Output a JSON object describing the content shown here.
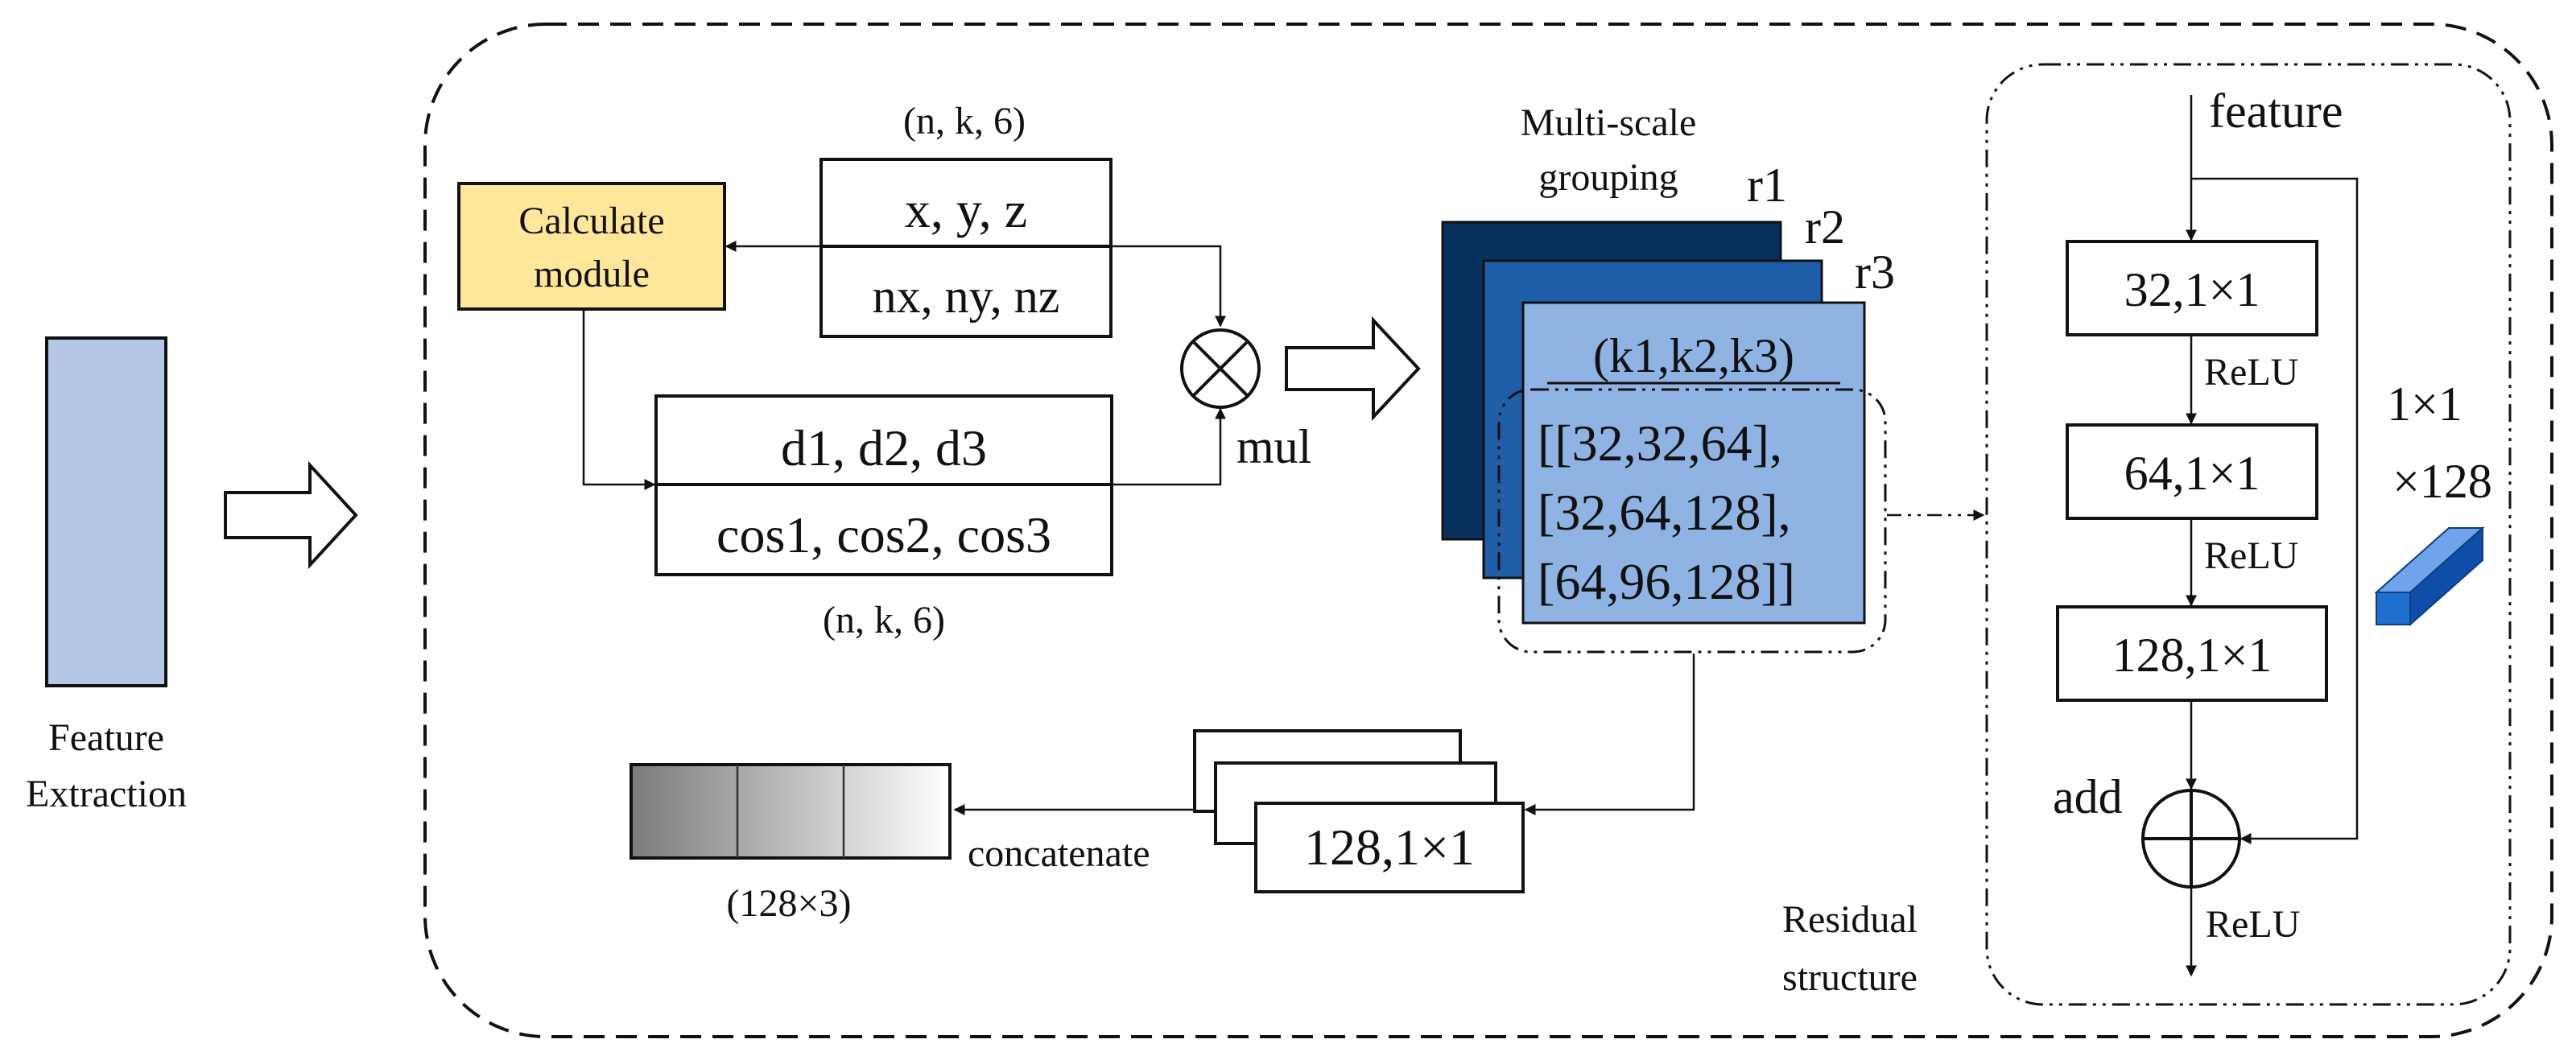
{
  "feature_extraction": {
    "line1": "Feature",
    "line2": "Extraction"
  },
  "calculate_module": {
    "line1": "Calculate",
    "line2": "module"
  },
  "xyz_block": {
    "dims": "(n, k, 6)",
    "row1": "x, y, z",
    "row2": "nx, ny, nz"
  },
  "dcos_block": {
    "dims": "(n, k, 6)",
    "row1": "d1, d2, d3",
    "row2": "cos1, cos2, cos3"
  },
  "mul_label": "mul",
  "grouping": {
    "title_line1": "Multi-scale",
    "title_line2": "grouping",
    "scales": [
      "r1",
      "r2",
      "r3"
    ],
    "header": "(k1,k2,k3)",
    "rows": [
      "[[32,32,64],",
      "[32,64,128],",
      "[64,96,128]]"
    ]
  },
  "output": {
    "conv_label": "128,1×1",
    "concat_label": "concatenate",
    "size_label": "(128×3)"
  },
  "residual": {
    "feature_label": "feature",
    "layers": [
      "32,1×1",
      "64,1×1",
      "128,1×1"
    ],
    "relu": "ReLU",
    "add_label": "add",
    "conv_line1": "1×1",
    "conv_line2": "×128",
    "caption_line1": "Residual",
    "caption_line2": "structure"
  },
  "colors": {
    "feature_bar": "#b4c7e7",
    "calculate_module": "#ffe699",
    "r1": "#08305f",
    "r2": "#1f5ea8",
    "r3": "#8fb3e3",
    "cuboid": "#1f6fd0"
  }
}
